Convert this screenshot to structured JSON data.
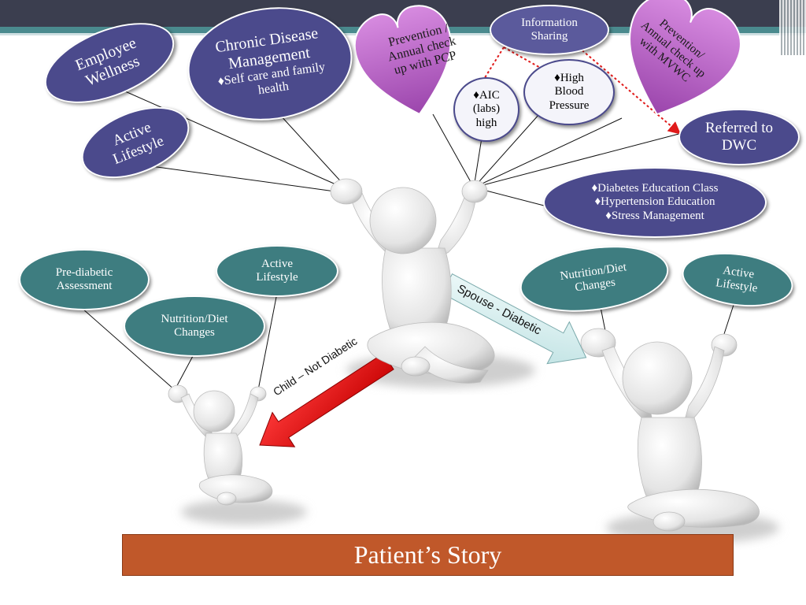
{
  "colors": {
    "navy": "#4b4a8c",
    "teal": "#3e7d80",
    "heart": "#b462c2",
    "footer": "#c0582a",
    "red_arrow": "#e01a1a",
    "light_arrow": "#d4ecec"
  },
  "nodes": {
    "employee_wellness": "Employee Wellness",
    "active_lifestyle_top": "Active Lifestyle",
    "chronic_disease_title": "Chronic Disease Management",
    "chronic_disease_bullet": "♦Self care and family health",
    "prevention_pcp": "Prevention / Annual check up with PCP",
    "information_sharing": "Information Sharing",
    "prevention_mvwc": "Prevention/ Annual check up with MVWC",
    "aic": "♦AIC (labs) high",
    "high_bp": "♦High Blood Pressure",
    "referred_dwc": "Referred to DWC",
    "diabetes_education": "♦Diabetes Education Class",
    "hypertension_education": "♦Hypertension Education",
    "stress_management": "♦Stress Management",
    "pre_diabetic": "Pre-diabetic Assessment",
    "nutrition_child": "Nutrition/Diet Changes",
    "active_child": "Active Lifestyle",
    "nutrition_spouse": "Nutrition/Diet Changes",
    "active_spouse": "Active Lifestyle"
  },
  "arrows": {
    "child": "Child – Not Diabetic",
    "spouse": "Spouse - Diabetic"
  },
  "footer": {
    "title": "Patient’s Story"
  },
  "figures": [
    "patient",
    "child",
    "spouse"
  ]
}
